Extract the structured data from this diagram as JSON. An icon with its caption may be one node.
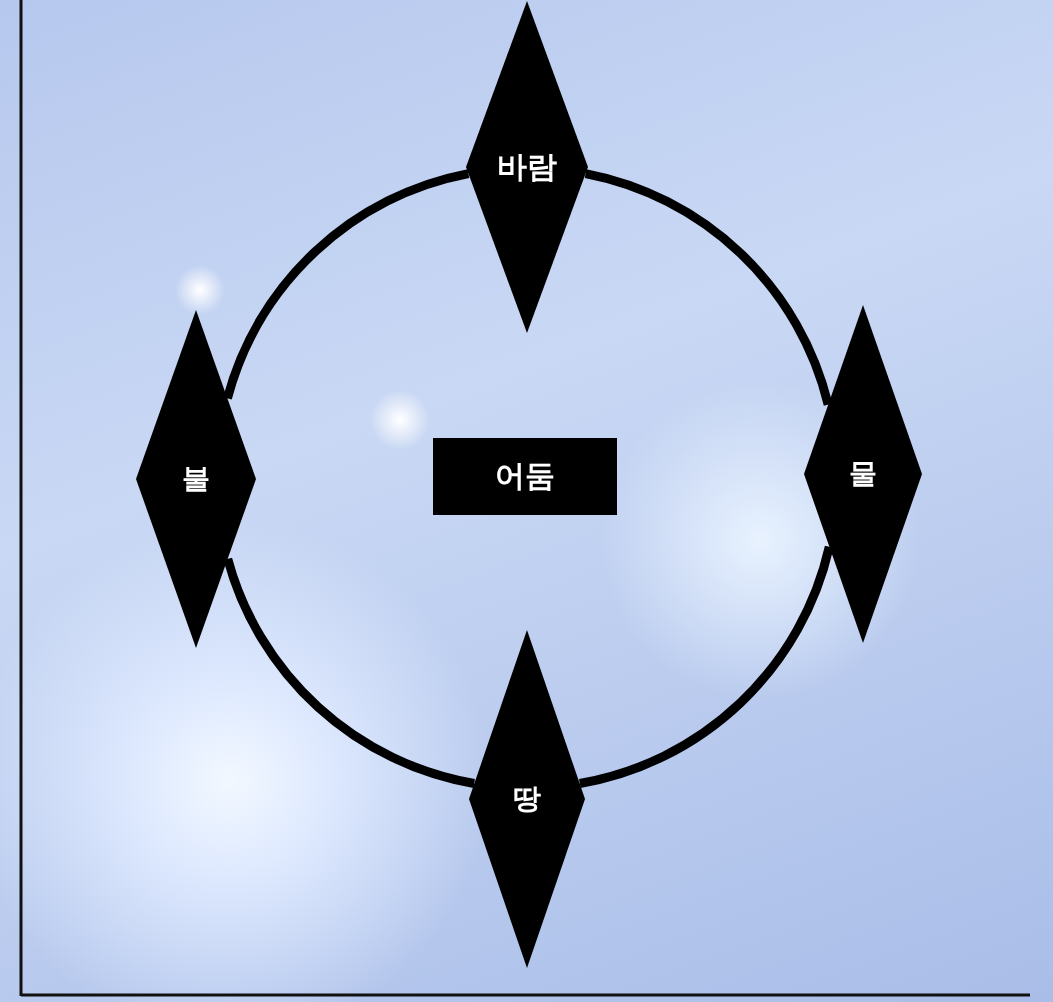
{
  "diagram": {
    "nodes": [
      {
        "text": [
          "바람"
        ]
      },
      {
        "text": [
          "불"
        ]
      },
      {
        "text": [
          "어둠"
        ]
      },
      {
        "text": [
          "물"
        ]
      },
      {
        "text": [
          "땅"
        ]
      }
    ],
    "edges": [
      {
        "from": 0,
        "to": 3,
        "arrow": "none"
      },
      {
        "from": 3,
        "to": 4,
        "arrow": "none"
      },
      {
        "from": 4,
        "to": 1,
        "arrow": "none"
      },
      {
        "from": 1,
        "to": 0,
        "arrow": "none"
      }
    ]
  }
}
